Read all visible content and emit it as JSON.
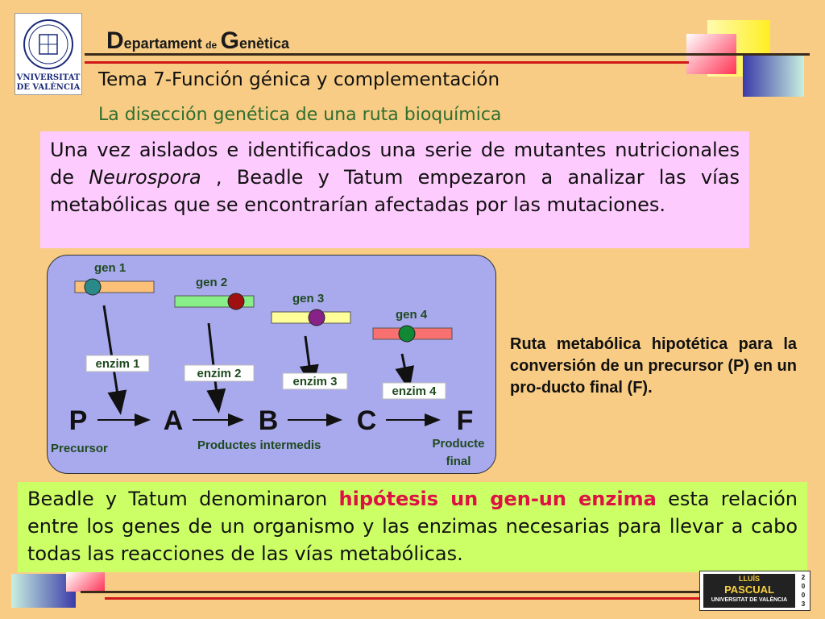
{
  "logo": {
    "line1": "VNIVERSITAT",
    "line2": "DE VALÈNCIA"
  },
  "header": {
    "dept_initial_1": "D",
    "dept_rest_1": "epartament",
    "dept_de": "de",
    "dept_initial_2": "G",
    "dept_rest_2": "enètica",
    "title": "Tema 7-Función génica y complementación",
    "subtitle": "La disección genética de una ruta bioquímica"
  },
  "intro": {
    "before": "Una vez aislados e identificados una serie de mutantes nutricionales de ",
    "italic": "Neurospora",
    "after": " , Beadle y Tatum empezaron a analizar las vías metabólicas que se encontrarían afectadas por las mutaciones."
  },
  "diagram": {
    "genes": [
      {
        "label": "gen 1",
        "bar_color": "#fcc078",
        "dot_color": "#2a8a8a"
      },
      {
        "label": "gen 2",
        "bar_color": "#88ee88",
        "dot_color": "#a01010"
      },
      {
        "label": "gen 3",
        "bar_color": "#ffff99",
        "dot_color": "#882288"
      },
      {
        "label": "gen 4",
        "bar_color": "#f87070",
        "dot_color": "#118833"
      }
    ],
    "enzymes": [
      "enzim 1",
      "enzim 2",
      "enzim 3",
      "enzim 4"
    ],
    "compounds": [
      "P",
      "A",
      "B",
      "C",
      "F"
    ],
    "precursor_label": "Precursor",
    "intermediates_label": "Productes intermedis",
    "final_label_1": "Producte",
    "final_label_2": "final"
  },
  "caption": "Ruta metabólica hipotética para la conversión de un precursor (P) en un pro-ducto final (F).",
  "outro": {
    "before": "Beadle y Tatum denominaron ",
    "highlight": "hipótesis un gen-un enzima",
    "after": " esta relación entre los genes de un organismo y las enzimas necesarias para llevar a cabo todas las reacciones de las vías metabólicas."
  },
  "stamp": {
    "line1": "LLUÍS",
    "line2": "PASCUAL",
    "line3": "UNIVERSITAT DE VALÈNCIA",
    "year": [
      "2",
      "0",
      "0",
      "3"
    ]
  },
  "colors": {
    "background": "#f8cc84",
    "intro_box": "#fecbfe",
    "outro_box": "#ccff66",
    "diagram_bg": "#a9a9ee",
    "highlight": "#dd1144",
    "subtitle": "#2f6e2f"
  }
}
